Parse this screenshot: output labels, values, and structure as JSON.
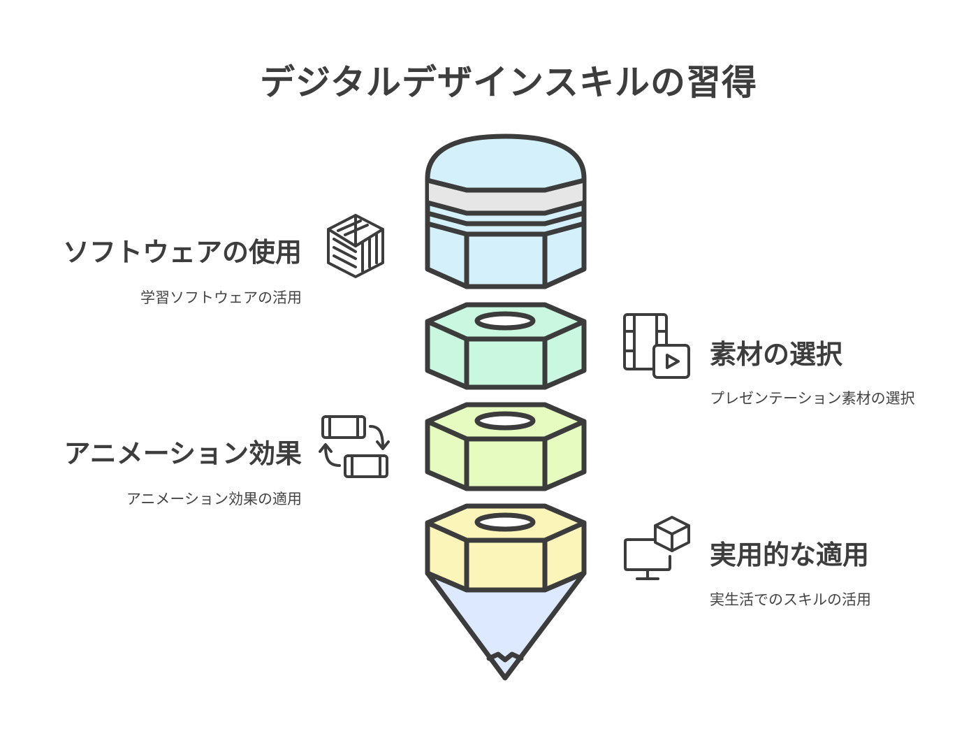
{
  "title": "デジタルデザインスキルの習得",
  "steps": [
    {
      "label": "ソフトウェアの使用",
      "description": "学習ソフトウェアの活用",
      "icon": "striped-cube-icon",
      "side": "left"
    },
    {
      "label": "素材の選択",
      "description": "プレゼンテーション素材の選択",
      "icon": "film-and-play-icon",
      "side": "right"
    },
    {
      "label": "アニメーション効果",
      "description": "アニメーション効果の適用",
      "icon": "film-swap-icon",
      "side": "left"
    },
    {
      "label": "実用的な適用",
      "description": "実生活でのスキルの活用",
      "icon": "monitor-cube-icon",
      "side": "right"
    }
  ],
  "colors": {
    "outline": "#3c3c3c",
    "eraser": "#d3f0fb",
    "band": "#e6e6e6",
    "segment1": "#c9f7df",
    "segment2": "#e6fbc0",
    "segment3": "#fbf5ba",
    "tip": "#dce9ff"
  }
}
